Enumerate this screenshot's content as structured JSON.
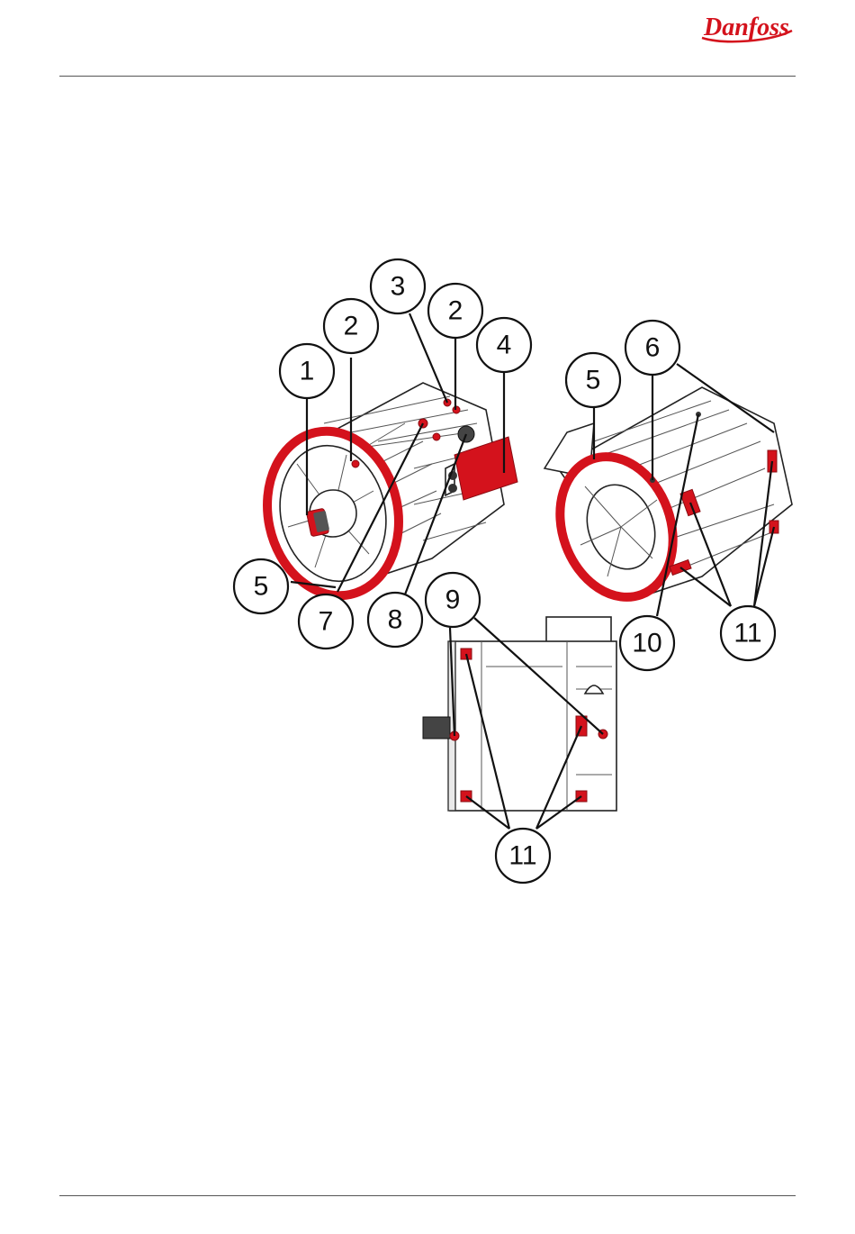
{
  "header": {
    "logo_text": "Danfoss",
    "brand_color": "#d4121c"
  },
  "figure": {
    "callouts": [
      "1",
      "2",
      "3",
      "2",
      "4",
      "5",
      "6",
      "5",
      "7",
      "8",
      "9",
      "10",
      "11",
      "11"
    ]
  }
}
